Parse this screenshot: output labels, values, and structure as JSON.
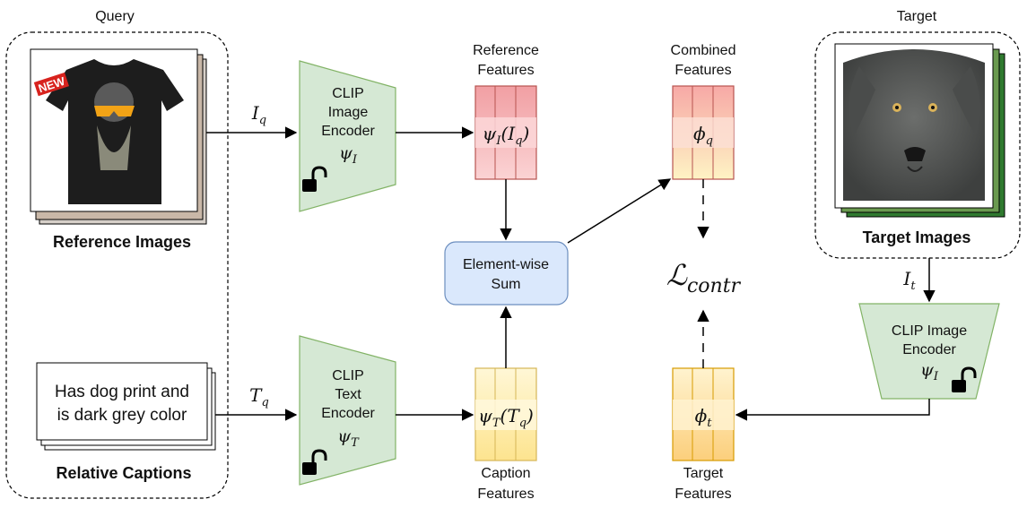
{
  "query": {
    "title": "Query",
    "reference_images_label": "Reference Images",
    "relative_captions_label": "Relative Captions",
    "caption_line1": "Has dog print and",
    "caption_line2": "is dark grey color",
    "image_badge": "NEW"
  },
  "target": {
    "title": "Target",
    "target_images_label": "Target Images"
  },
  "encoders": {
    "image_encoder": {
      "line1": "CLIP",
      "line2": "Image",
      "line3": "Encoder",
      "symbol": "ψI",
      "lock_icon": "unlocked-padlock-icon"
    },
    "text_encoder": {
      "line1": "CLIP",
      "line2": "Text",
      "line3": "Encoder",
      "symbol": "ψT",
      "lock_icon": "unlocked-padlock-icon"
    },
    "target_encoder": {
      "line1": "CLIP Image",
      "line2": "Encoder",
      "symbol": "ψI",
      "lock_icon": "unlocked-padlock-icon"
    }
  },
  "features": {
    "reference": {
      "line1": "Reference",
      "line2": "Features",
      "formula": "ψI(Iq)",
      "color": "#f4a3a6"
    },
    "caption": {
      "line1": "Caption",
      "line2": "Features",
      "formula": "ψT(Tq)",
      "color": "#fde9a8"
    },
    "combined": {
      "line1": "Combined",
      "line2": "Features",
      "formula": "ϕq",
      "color": "#fbc7b8"
    },
    "target": {
      "line1": "Target",
      "line2": "Features",
      "formula": "ϕt",
      "color": "#fddca0"
    }
  },
  "sum_block": {
    "line1": "Element-wise",
    "line2": "Sum"
  },
  "arrows": {
    "iq": "Iq",
    "tq": "Tq",
    "it": "It"
  },
  "loss": "ℒcontr",
  "colors": {
    "encoder_fill": "#d5e8d4",
    "encoder_stroke": "#82b366",
    "sum_fill": "#dae8fc",
    "sum_stroke": "#6c8ebf",
    "ref_stroke": "#b85450",
    "caption_stroke": "#d6b656",
    "combined_stroke": "#b85450",
    "target_stroke": "#d79b00"
  }
}
